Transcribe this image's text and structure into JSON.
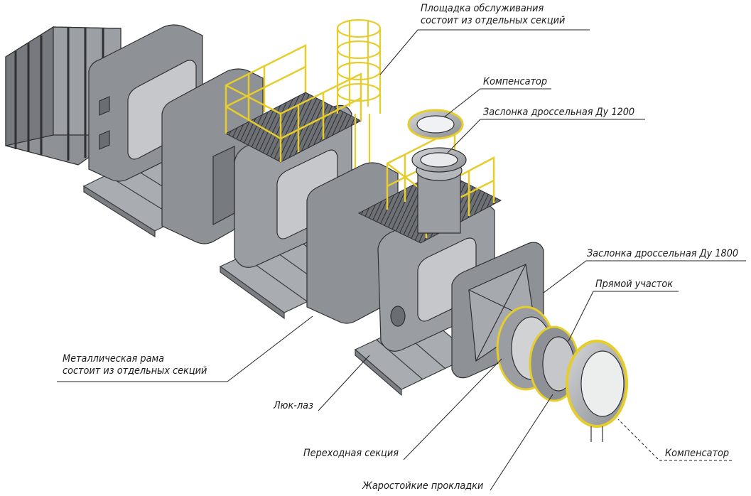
{
  "labels": {
    "platform": {
      "line1": "Площадка обслуживания",
      "line2": "состоит из отдельных секций"
    },
    "compensator_top": "Компенсатор",
    "damper_1200": "Заслонка дроссельная Ду 1200",
    "damper_1800": "Заслонка дроссельная Ду 1800",
    "straight_section": "Прямой участок",
    "frame": {
      "line1": "Металлическая рама",
      "line2": "состоит из отдельных секций"
    },
    "manhole": "Люк-лаз",
    "transition_section": "Переходная секция",
    "compensator_bottom": "Компенсатор",
    "gaskets": "Жаростойкие прокладки"
  },
  "colors": {
    "steel": "#8e9195",
    "steel_dark": "#5f6266",
    "steel_light": "#b4b7bb",
    "yellow": "#e6cd2c",
    "line": "#222222"
  }
}
